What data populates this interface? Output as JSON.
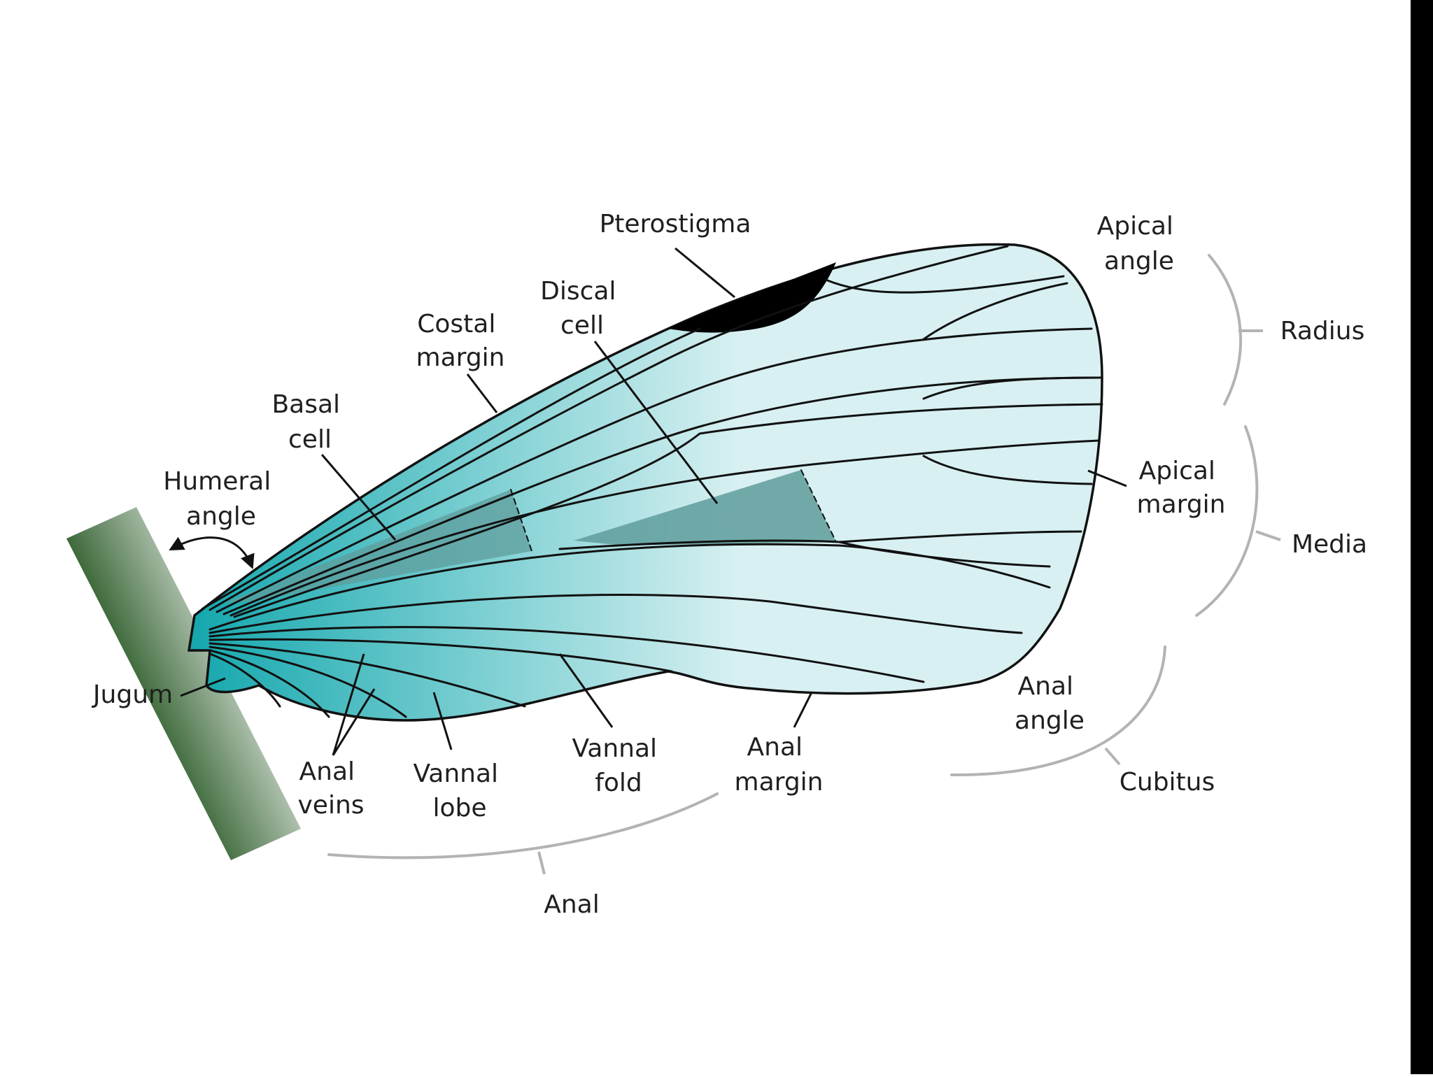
{
  "diagram": {
    "colors": {
      "wing_fill": "#d8f0f1",
      "wing_base": "#13a7ad",
      "cell_shade": "#5f9c9c",
      "pterostigma": "#000000",
      "body_dark": "#2f5e2c",
      "body_light": "#ffffff",
      "brace": "#b3b3b3"
    },
    "labels": {
      "pterostigma": "Pterostigma",
      "discal_cell": [
        "Discal",
        "cell"
      ],
      "costal_margin": [
        "Costal",
        "margin"
      ],
      "basal_cell": [
        "Basal",
        "cell"
      ],
      "humeral_angle": [
        "Humeral",
        "angle"
      ],
      "jugum": "Jugum",
      "anal_veins": [
        "Anal",
        "veins"
      ],
      "vannal_lobe": [
        "Vannal",
        "lobe"
      ],
      "vannal_fold": [
        "Vannal",
        "fold"
      ],
      "anal_margin": [
        "Anal",
        "margin"
      ],
      "anal_angle": [
        "Anal",
        "angle"
      ],
      "apical_angle": [
        "Apical",
        "angle"
      ],
      "apical_margin": [
        "Apical",
        "margin"
      ],
      "radius": "Radius",
      "media": "Media",
      "cubitus": "Cubitus",
      "anal": "Anal"
    }
  }
}
